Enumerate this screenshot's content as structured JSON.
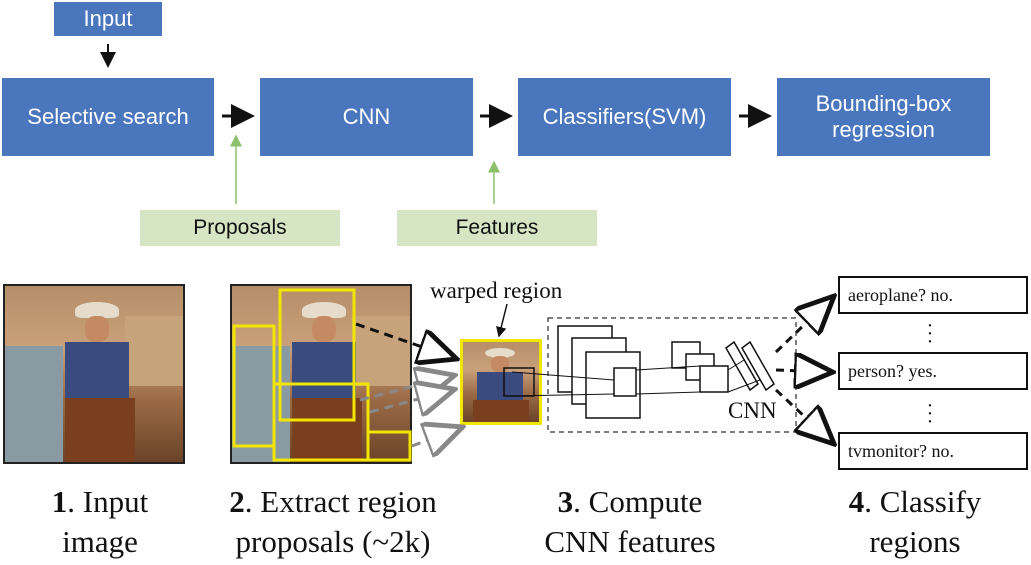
{
  "pipeline": {
    "input": "Input",
    "selective_search": "Selective search",
    "cnn": "CNN",
    "classifiers": "Classifiers(SVM)",
    "bbox_regression": "Bounding-box regression",
    "proposals": "Proposals",
    "features": "Features"
  },
  "diagram": {
    "warped_region": "warped region",
    "cnn_label": "CNN",
    "classes": [
      {
        "label": "aeroplane? no."
      },
      {
        "label": "person? yes."
      },
      {
        "label": "tvmonitor? no."
      }
    ],
    "vdots": "·\n·\n·"
  },
  "steps": [
    {
      "num": "1",
      "text_line1": ". Input",
      "text_line2": "image"
    },
    {
      "num": "2",
      "text_line1": ". Extract region",
      "text_line2": "proposals (~2k)"
    },
    {
      "num": "3",
      "text_line1": ". Compute",
      "text_line2": "CNN features"
    },
    {
      "num": "4",
      "text_line1": ". Classify",
      "text_line2": "regions"
    }
  ],
  "colors": {
    "pipeline_box": "#4a76bd",
    "annotation_box": "#d6e5c4",
    "proposal_outline": "#f2e500",
    "green_arrow": "#8cc06a"
  }
}
